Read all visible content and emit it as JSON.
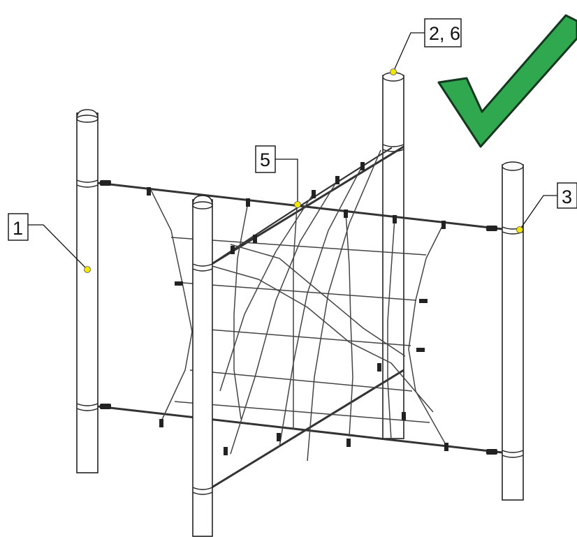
{
  "labels": {
    "l1": "1",
    "l26": "2, 6",
    "l3": "3",
    "l5": "5"
  },
  "colors": {
    "marker_dot": "#f3e600",
    "checkmark": "#2fa84f"
  },
  "icons": {
    "approval": "checkmark-icon"
  }
}
